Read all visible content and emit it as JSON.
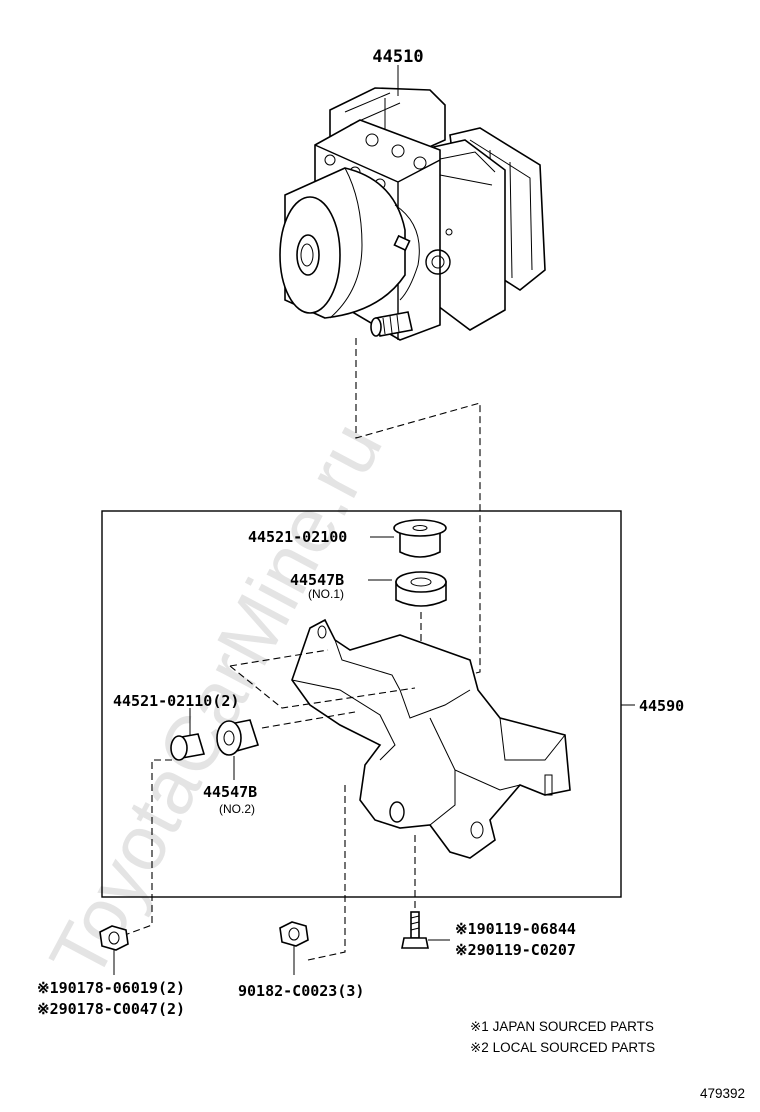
{
  "watermark": "ToyotaCarMine.ru",
  "parts": {
    "actuator": "44510",
    "bracket_assy": "44590",
    "collar_upper": "44521-02100",
    "cushion_upper": "44547B",
    "cushion_upper_sub": "(NO.1)",
    "collar_side": "44521-02110(2)",
    "cushion_side": "44547B",
    "cushion_side_sub": "(NO.2)",
    "nut_left_1": "※190178-06019(2)",
    "nut_left_2": "※290178-C0047(2)",
    "nut_mid": "90182-C0023(3)",
    "bolt_1": "※190119-06844",
    "bolt_2": "※290119-C0207"
  },
  "notes": {
    "japan": "※1 JAPAN SOURCED PARTS",
    "local": "※2 LOCAL SOURCED PARTS"
  },
  "diagram_id": "479392"
}
